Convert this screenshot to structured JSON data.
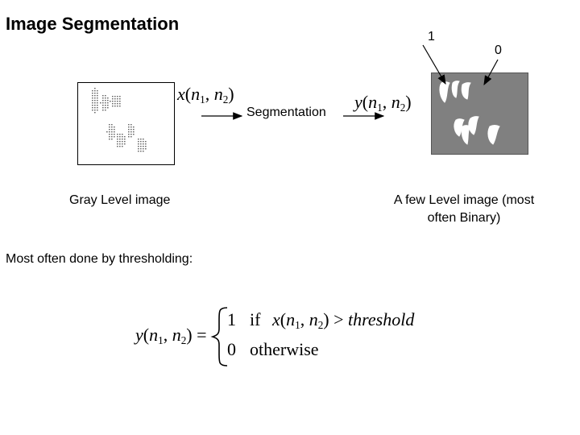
{
  "title": "Image Segmentation",
  "input_symbol": "x(n1, n2)",
  "input_symbol_parts": {
    "fn": "x",
    "open": "(",
    "n": "n",
    "s1": "1",
    "comma": ", ",
    "s2": "2",
    "close": ")"
  },
  "output_symbol": "y(n1, n2)",
  "output_symbol_parts": {
    "fn": "y",
    "open": "(",
    "n": "n",
    "s1": "1",
    "comma": ", ",
    "s2": "2",
    "close": ")"
  },
  "process_label": "Segmentation",
  "input_caption": "Gray Level image",
  "output_caption_line1": "A few  Level image (most",
  "output_caption_line2": "often Binary)",
  "pointer_label_1": "1",
  "pointer_label_0": "0",
  "method_text": "Most often done by thresholding:",
  "equation": {
    "lhs": "y(n1, n2) =",
    "case1_value": "1",
    "case1_word": "if",
    "case1_condition": "x(n1, n2) > threshold",
    "case2_value": "0",
    "case2_word": "otherwise"
  },
  "colors": {
    "binary_background": "#808080",
    "foreground": "#ffffff",
    "ink": "#000000"
  }
}
